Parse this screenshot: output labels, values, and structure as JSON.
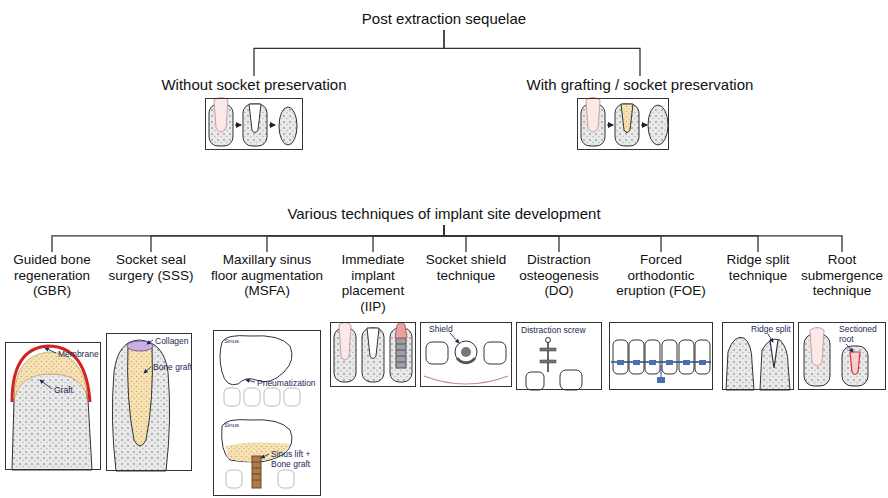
{
  "diagram": {
    "nodes": [
      {
        "text": [
          "Post extraction sequelae"
        ]
      },
      {
        "text": [
          "Without socket preservation"
        ]
      },
      {
        "text": [
          "With grafting / socket preservation"
        ]
      },
      {
        "text": [
          "Various techniques of implant site development"
        ]
      },
      {
        "text": [
          "Guided bone regeneration (GBR)",
          "Membrane",
          "Graft"
        ]
      },
      {
        "text": [
          "Socket seal surgery (SSS)",
          "Collagen",
          "Bone graft"
        ]
      },
      {
        "text": [
          "Maxillary sinus floor augmentation (MSFA)",
          "Sinus",
          "Pneumatization",
          "Sinus",
          "Sinus lift + Bone graft"
        ]
      },
      {
        "text": [
          "Immediate implant placement (IIP)"
        ]
      },
      {
        "text": [
          "Socket shield technique",
          "Shield"
        ]
      },
      {
        "text": [
          "Distraction osteogenesis (DO)",
          "Distraction screw"
        ]
      },
      {
        "text": [
          "Forced orthodontic eruption (FOE)"
        ]
      },
      {
        "text": [
          "Ridge split technique",
          "Ridge split"
        ]
      },
      {
        "text": [
          "Root submergence technique",
          "Sectioned root"
        ]
      }
    ],
    "edges": [
      {
        "from": 0,
        "to": 1,
        "arrow": "none"
      },
      {
        "from": 0,
        "to": 2,
        "arrow": "none"
      },
      {
        "from": 3,
        "to": 4,
        "arrow": "none"
      },
      {
        "from": 3,
        "to": 5,
        "arrow": "none"
      },
      {
        "from": 3,
        "to": 6,
        "arrow": "none"
      },
      {
        "from": 3,
        "to": 7,
        "arrow": "none"
      },
      {
        "from": 3,
        "to": 8,
        "arrow": "none"
      },
      {
        "from": 3,
        "to": 9,
        "arrow": "none"
      },
      {
        "from": 3,
        "to": 10,
        "arrow": "none"
      },
      {
        "from": 3,
        "to": 11,
        "arrow": "none"
      },
      {
        "from": 3,
        "to": 12,
        "arrow": "none"
      }
    ]
  }
}
